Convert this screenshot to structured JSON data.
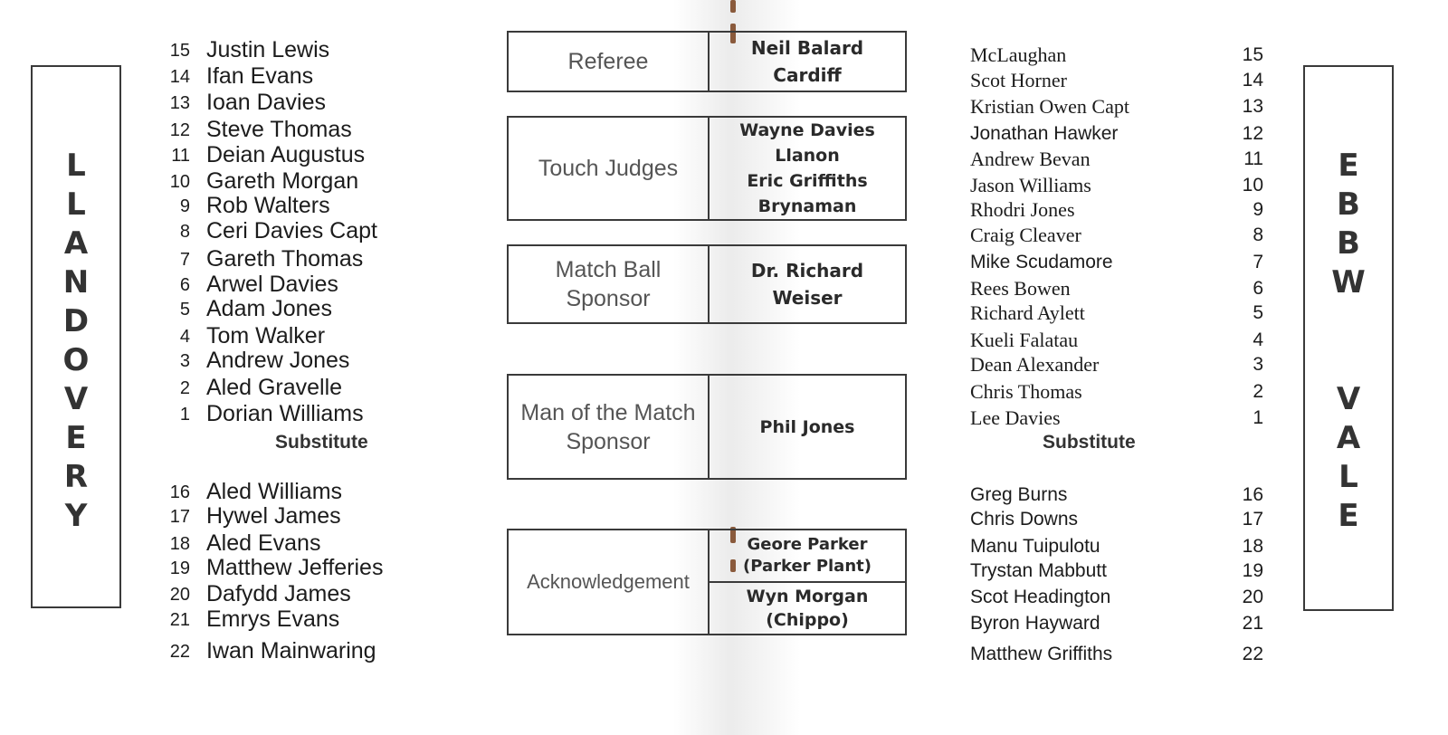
{
  "home": {
    "team_letters": [
      "L",
      "L",
      "A",
      "N",
      "D",
      "O",
      "V",
      "E",
      "R",
      "Y"
    ],
    "players": [
      {
        "num": "15",
        "name": "Justin Lewis"
      },
      {
        "num": "14",
        "name": "Ifan Evans"
      },
      {
        "num": "13",
        "name": "Ioan Davies"
      },
      {
        "num": "12",
        "name": "Steve Thomas"
      },
      {
        "num": "11",
        "name": "Deian Augustus"
      },
      {
        "num": "10",
        "name": "Gareth Morgan"
      },
      {
        "num": "9",
        "name": "Rob Walters"
      },
      {
        "num": "8",
        "name": "Ceri Davies Capt"
      },
      {
        "num": "7",
        "name": "Gareth Thomas"
      },
      {
        "num": "6",
        "name": "Arwel Davies"
      },
      {
        "num": "5",
        "name": "Adam Jones"
      },
      {
        "num": "4",
        "name": "Tom Walker"
      },
      {
        "num": "3",
        "name": "Andrew Jones"
      },
      {
        "num": "2",
        "name": "Aled Gravelle"
      },
      {
        "num": "1",
        "name": "Dorian Williams"
      }
    ],
    "substitute_label": "Substitute",
    "substitutes": [
      {
        "num": "16",
        "name": "Aled Williams"
      },
      {
        "num": "17",
        "name": "Hywel James"
      },
      {
        "num": "18",
        "name": "Aled Evans"
      },
      {
        "num": "19",
        "name": "Matthew Jefferies"
      },
      {
        "num": "20",
        "name": "Dafydd James"
      },
      {
        "num": "21",
        "name": "Emrys Evans"
      },
      {
        "num": "22",
        "name": "Iwan Mainwaring"
      }
    ]
  },
  "officials": {
    "referee": {
      "label": "Referee",
      "line1": "Neil  Balard",
      "line2": "Cardiff"
    },
    "touch_judges": {
      "label": "Touch Judges",
      "a1": "Wayne  Davies",
      "a2": "Llanon",
      "b1": "Eric  Griffiths",
      "b2": "Brynaman"
    },
    "match_ball": {
      "label1": "Match Ball",
      "label2": "Sponsor",
      "line1": "Dr.  Richard",
      "line2": "Weiser"
    },
    "man_of_match": {
      "label1": "Man of the Match",
      "label2": "Sponsor",
      "line1": "Phil Jones"
    },
    "acknowledgement": {
      "label": "Acknowledgement",
      "a1": "Geore Parker",
      "a2": "(Parker Plant)",
      "b1": "Wyn Morgan",
      "b2": "(Chippo)"
    }
  },
  "away": {
    "team_letters_top": [
      "E",
      "B",
      "B",
      "W"
    ],
    "team_letters_bottom": [
      "V",
      "A",
      "L",
      "E"
    ],
    "players": [
      {
        "num": "15",
        "name": "McLaughan"
      },
      {
        "num": "14",
        "name": "Scot Horner"
      },
      {
        "num": "13",
        "name": "Kristian Owen Capt"
      },
      {
        "num": "12",
        "name": "Jonathan Hawker"
      },
      {
        "num": "11",
        "name": "Andrew Bevan"
      },
      {
        "num": "10",
        "name": "Jason Williams"
      },
      {
        "num": "9",
        "name": "Rhodri Jones"
      },
      {
        "num": "8",
        "name": "Craig Cleaver"
      },
      {
        "num": "7",
        "name": "Mike Scudamore"
      },
      {
        "num": "6",
        "name": "Rees Bowen"
      },
      {
        "num": "5",
        "name": "Richard Aylett"
      },
      {
        "num": "4",
        "name": "Kueli Falatau"
      },
      {
        "num": "3",
        "name": "Dean Alexander"
      },
      {
        "num": "2",
        "name": "Chris Thomas"
      },
      {
        "num": "1",
        "name": "Lee Davies"
      }
    ],
    "substitute_label": "Substitute",
    "substitutes": [
      {
        "num": "16",
        "name": "Greg Burns"
      },
      {
        "num": "17",
        "name": "Chris Downs"
      },
      {
        "num": "18",
        "name": "Manu Tuipulotu"
      },
      {
        "num": "19",
        "name": "Trystan Mabbutt"
      },
      {
        "num": "20",
        "name": "Scot Headington"
      },
      {
        "num": "21",
        "name": "Byron Hayward"
      },
      {
        "num": "22",
        "name": "Matthew Griffiths"
      }
    ]
  }
}
